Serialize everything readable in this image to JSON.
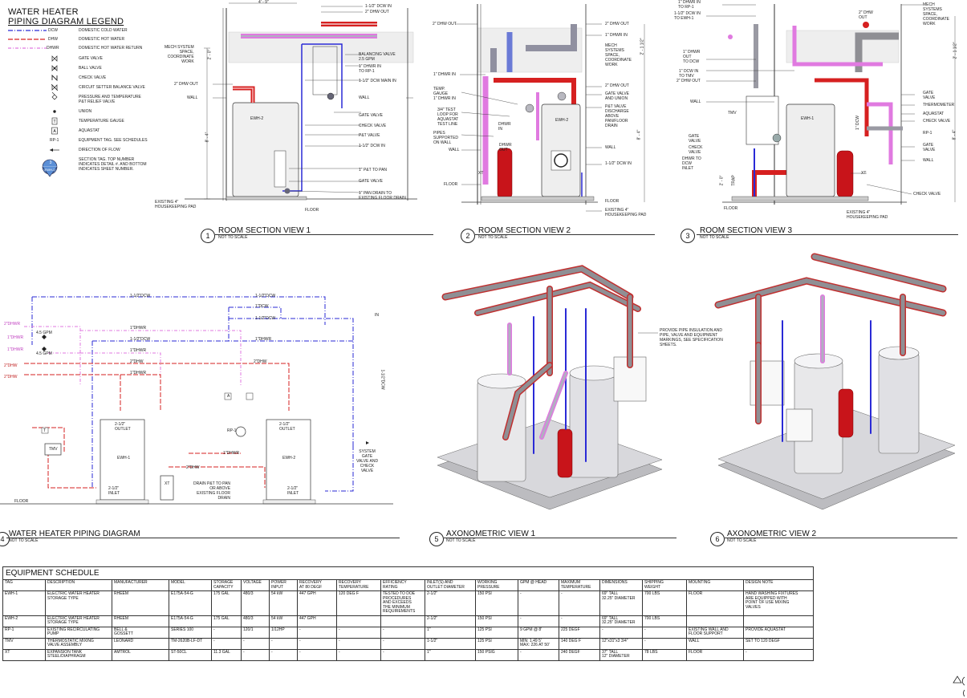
{
  "legend": {
    "title_line1": "WATER HEATER",
    "title_line2": "PIPING DIAGRAM  LEGEND",
    "items": [
      {
        "abbr": "DCW",
        "label": "DOMESTIC COLD WATER",
        "color": "#2a2ad6"
      },
      {
        "abbr": "DHW",
        "label": "DOMESTIC HOT WATER",
        "color": "#d62020"
      },
      {
        "abbr": "DHWR",
        "label": "DOMESTIC HOT WATER RETURN",
        "color": "#e07ae0"
      },
      {
        "abbr": "",
        "label": "GATE VALVE",
        "icon": "gate-valve-icon"
      },
      {
        "abbr": "",
        "label": "BALL VALVE",
        "icon": "ball-valve-icon"
      },
      {
        "abbr": "",
        "label": "CHECK VALVE",
        "icon": "check-valve-icon"
      },
      {
        "abbr": "",
        "label": "CIRCUIT SETTER BALANCE VALVE",
        "icon": "balance-valve-icon"
      },
      {
        "abbr": "",
        "label": "PRESSURE AND TEMPERATURE\nP&T RELIEF VALVE",
        "icon": "relief-valve-icon"
      },
      {
        "abbr": "",
        "label": "UNION",
        "icon": "union-icon"
      },
      {
        "abbr": "T",
        "label": "TEMPERATURE GAUGE",
        "icon": "temperature-gauge-icon"
      },
      {
        "abbr": "A",
        "label": "AQUASTAT",
        "icon": "aquastat-icon"
      },
      {
        "abbr": "RP-1",
        "label": "EQUIPMENT TAG. SEE SCHEDULES",
        "icon": "equipment-tag-icon"
      },
      {
        "abbr": "",
        "label": "DIRECTION OF FLOW",
        "icon": "flow-arrow-icon"
      },
      {
        "abbr": "",
        "label": "SECTION TAG. TOP NUMBER\nINDICATES DETAIL #. AND BOTTOM\nINDICATES SHEET NUMBER.",
        "icon": "section-tag-icon"
      }
    ],
    "section_tag_top": "3",
    "section_tag_bottom": "EWH-2"
  },
  "views": {
    "v1": {
      "num": "1",
      "title": "ROOM SECTION VIEW 1",
      "sub": "NOT TO SCALE"
    },
    "v2": {
      "num": "2",
      "title": "ROOM SECTION VIEW 2",
      "sub": "NOT TO SCALE"
    },
    "v3": {
      "num": "3",
      "title": "ROOM SECTION VIEW 3",
      "sub": "NOT TO SCALE"
    },
    "v4": {
      "num": "4",
      "title": "WATER HEATER PIPING DIAGRAM",
      "sub": "NOT TO SCALE"
    },
    "v5": {
      "num": "5",
      "title": "AXONOMETRIC VIEW 1",
      "sub": "NOT TO SCALE"
    },
    "v6": {
      "num": "6",
      "title": "AXONOMETRIC VIEW 2",
      "sub": "NOT TO SCALE"
    }
  },
  "view1_labels": {
    "dim_top": "4' - 9\"",
    "dcw_in": "1-1/2\" DCW IN",
    "dhw_out": "2\" DHW OUT",
    "mech": "MECH SYSTEM\nSPACE,\nCOORDINATE\nWORK",
    "balancing": "BALANCING VALVE\n2.5 GPM",
    "dhwr_in": "1\" DHWR IN\nTO RP-1",
    "dcw_main": "1-1/2\" DCW MAIN IN",
    "dhw_out2": "2\" DHW OUT",
    "wall": "WALL",
    "wall_r": "WALL",
    "gate": "GATE VALVE",
    "check": "CHECK VALVE",
    "pt": "P&T VALVE",
    "dcw_in2": "1-1/2\" DCW IN",
    "pt_pan": "1\" P&T TO PAN",
    "gate2": "GATE VALVE",
    "pan_drain": "1\" PAN DRAIN TO\nEXISTING FLOOR DRAIN",
    "pad": "EXISTING 4\"\nHOUSEKEEPING PAD",
    "floor": "FLOOR",
    "ewh": "EWH-2",
    "dim_side1": "2' - 0\"",
    "dim_side2": "8' - 4\""
  },
  "view2_labels": {
    "dhw_out": "2\" DHW OUT",
    "dhw_out_r": "2\" DHW OUT",
    "dhwr_in_r": "1\" DHWR IN",
    "mech": "MECH\nSYSTEMS\nSPACE,\nCOORDINATE\nWORK",
    "dhwr_in": "1\" DHWR IN",
    "temp": "TEMP.\nGAUGE\n1\" DHWR IN",
    "test_loop": "3/4\" TEST\nLOOP FOR\nAQUASTAT\nTEST LINE",
    "dhwr_label": "DHWR\nIN",
    "dhwr_out": "DHWR\nOUT",
    "pipes": "PIPES\nSUPPORTED\nON WALL",
    "wall": "WALL",
    "floor": "FLOOR",
    "dhw_out2": "2\" DHW OUT",
    "gate_union": "GATE VALVE\nAND UNION",
    "pt": "P&T VALVE\nDISCHARGE\nABOVE\nPAN/FLOOR\nDRAIN",
    "wall_r": "WALL",
    "dcw_in": "1-1/2\" DCW IN",
    "floor_r": "FLOOR",
    "pad": "EXISTING 4\"\nHOUSEKEEPING PAD",
    "xt": "XT",
    "ewh": "EWH-2",
    "dim_side1": "2' - 1 1/2\"",
    "dim_side2": "8' - 4\""
  },
  "view3_labels": {
    "dhwr_rp": "1\" DHWR IN\nTO RP-1",
    "dcw_ewh": "1-1/2\" DCW IN\nTO EWH-1",
    "dhwr_out": "1\" DHWR\nOUT\nTO DCW",
    "dcw_tmv": "1\" DCW IN\nTO TMV",
    "dhw_out": "2\" DHW OUT",
    "wall": "WALL",
    "tmv": "TMV",
    "gate": "GATE\nVALVE",
    "check": "CHECK\nVALVE",
    "dhwr_dcw": "DHWR TO\nDCW\nINLET",
    "floor": "FLOOR",
    "pad": "EXISTING 4\"\nHOUSEKEEPING PAD",
    "dhw_out_top": "2\" DHW\nOUT",
    "mech": "MECH\nSYSTEMS\nSPACE,\nCOORDINATE\nWORK",
    "gate_r": "GATE\nVALVE",
    "thermo": "THERMOMETER",
    "aquastat": "AQUASTAT",
    "check_r": "CHECK VALVE",
    "rp": "RP-1",
    "gate_r2": "GATE\nVALVE",
    "wall_r": "WALL",
    "check_r2": "CHECK VALVE",
    "ewh": "EWH-1",
    "xt": "XT",
    "dcw_v": "1\" DCW",
    "dim_side1": "2' - 1 1/2\"",
    "dim_side2": "8' - 4\"",
    "dim_lo": "2' - 0\"",
    "trap": "TRAP"
  },
  "view4_labels": {
    "in_2dhwr": "2\"DHWR",
    "in_1dhwr": "1\"DHWR",
    "in_1dhwr2": "1\"DHWR",
    "in_2dhw": "2\"DHW",
    "in_2dhw2": "2\"DHW",
    "gpm1": "4.5 GPM",
    "gpm2": "4.5 GPM",
    "dcw_top": "1-1/2\"DCW",
    "dcw_top2": "1-1/2\"DCW",
    "dcw_1": "1\"DCW",
    "dcw_15": "1-1/2\"DCW",
    "dcw_15b": "1-1/2\"DCW",
    "dhwr_1": "1\"DHWR",
    "dhwr_1b": "1\"DHWR",
    "dhw_2": "2\"DHW",
    "dhw_2b": "2\"DHW",
    "dhwr_1c": "1\"DHWR",
    "dhwr_1d": "1\"DHWR",
    "dhw_2c": "2\"DHW",
    "in": "IN",
    "dcw_v": "1-1/2\"DCW",
    "ewh1": "EWH-1",
    "ewh2": "EWH-2",
    "out1": "2-1/2\"\nOUTLET",
    "out2": "2-1/2\"\nOUTLET",
    "inl1": "2-1/2\"\nINLET",
    "inl2": "2-1/2\"\nINLET",
    "xt": "XT",
    "tmv": "TMV",
    "rp": "RP-1",
    "drain": "DRAIN P&T TO PAN\nOR ABOVE\nEXISTING FLOOR\nDRAIN",
    "system": "SYSTEM\nGATE\nVALVE AND\nCHECK\nVALVE",
    "floor": "FLOOR",
    "t": "T",
    "a": "A"
  },
  "axo_note": "PROVIDE PIPE INSULATION AND\nPIPE, VALVE AND EQUIPMENT\nMARKINGS, SEE SPECIFICATION\nSHEETS.",
  "schedule": {
    "title": "EQUIPMENT SCHEDULE",
    "headers": [
      "TAG",
      "DESCRIPTION",
      "MANUFACTURER",
      "MODEL",
      "STORAGE\nCAPACITY",
      "VOLTAGE",
      "POWER\nINPUT",
      "RECOVERY\nAT 80 DEGF",
      "RECOVERY\nTEMPERATURE",
      "EFFICIENCY\nRATING",
      "INLET(S) AND\nOUTLET DIAMETER",
      "WORKING\nPRESSURE",
      "GPM @ HEAD",
      "MAXIMUM\nTEMPERATURE",
      "DIMENSIONS",
      "SHIPPING\nWEIGHT",
      "MOUNTING",
      "DESIGN NOTE"
    ],
    "rows": [
      [
        "EWH-1",
        "ELECTRIC WATER HEATER\nSTORAGE TYPE",
        "RHEEM",
        "E175A-54-G",
        "175 GAL",
        "480/3",
        "54 kW",
        "447 GPH",
        "120 DEG F",
        "TESTED TO DOE\nPROCEDURES\nAND EXCEEDS\nTHE MINIMUM\nREQUIREMENTS",
        "2-1/2\"",
        "150 PSI",
        "-",
        "-",
        "69\" TALL\n32.25\" DIAMETER",
        "700 LBS",
        "FLOOR",
        "HAND WASHING FIXTURES\nARE EQUIPPED WITH\nPOINT OF USE MIXING\nVALVES"
      ],
      [
        "EWH-2",
        "ELECTRIC WATER HEATER\nSTORAGE TYPE",
        "RHEEM",
        "E175A-54-G",
        "175 GAL",
        "480/3",
        "54 kW",
        "447 GPH",
        "",
        "",
        "2-1/2\"",
        "150 PSI",
        "-",
        "-",
        "69\" TALL\n32.25\" DIAMETER",
        "700 LBS",
        "",
        ""
      ],
      [
        "RP-1",
        "EXISTING RECIRCULATING\nPUMP",
        "BELL &\nGOSSETT",
        "SERIES 100",
        "-",
        "120/1",
        "1/12HP",
        "-",
        "-",
        "-",
        "1\"",
        "125 PSI",
        "9 GPM @ 8'",
        "225 DEGF",
        "-",
        "-",
        "EXISTING WALL AND\nFLOOR SUPPORT",
        "PROVIDE AQUASTAT"
      ],
      [
        "TMV",
        "THERMOSTATIC MIXING\nVALVE ASSEMBLY",
        "LEONARD",
        "TM-2620B-LF-DT",
        "-",
        "-",
        "-",
        "-",
        "-",
        "-",
        "1-1/2\"",
        "125 PSI",
        "MIN: 1.49 5'\nMAX: 226 AT 50'",
        "140 DEG F",
        "12\"x31\"x3 3/4\"",
        "-",
        "WALL",
        "SET TO 120 DEGF"
      ],
      [
        "XT",
        "EXPANSION TANK\nSTEEL/DIAPHRAGM",
        "AMTROL",
        "ST-50CL",
        "11.3 GAL",
        "-",
        "-",
        "-",
        "-",
        "-",
        "1\"",
        "150 PSIG",
        "-",
        "240 DEGF",
        "37\" TALL\n12\" DIAMETER",
        "78 LBS",
        "FLOOR",
        "-"
      ]
    ]
  },
  "colors": {
    "dcw": "#2a2ad6",
    "dhw": "#d62020",
    "dhwr": "#e07ae0",
    "pipe": "#8f8f94",
    "tank": "#d8d8dc",
    "red": "#c8141a"
  }
}
